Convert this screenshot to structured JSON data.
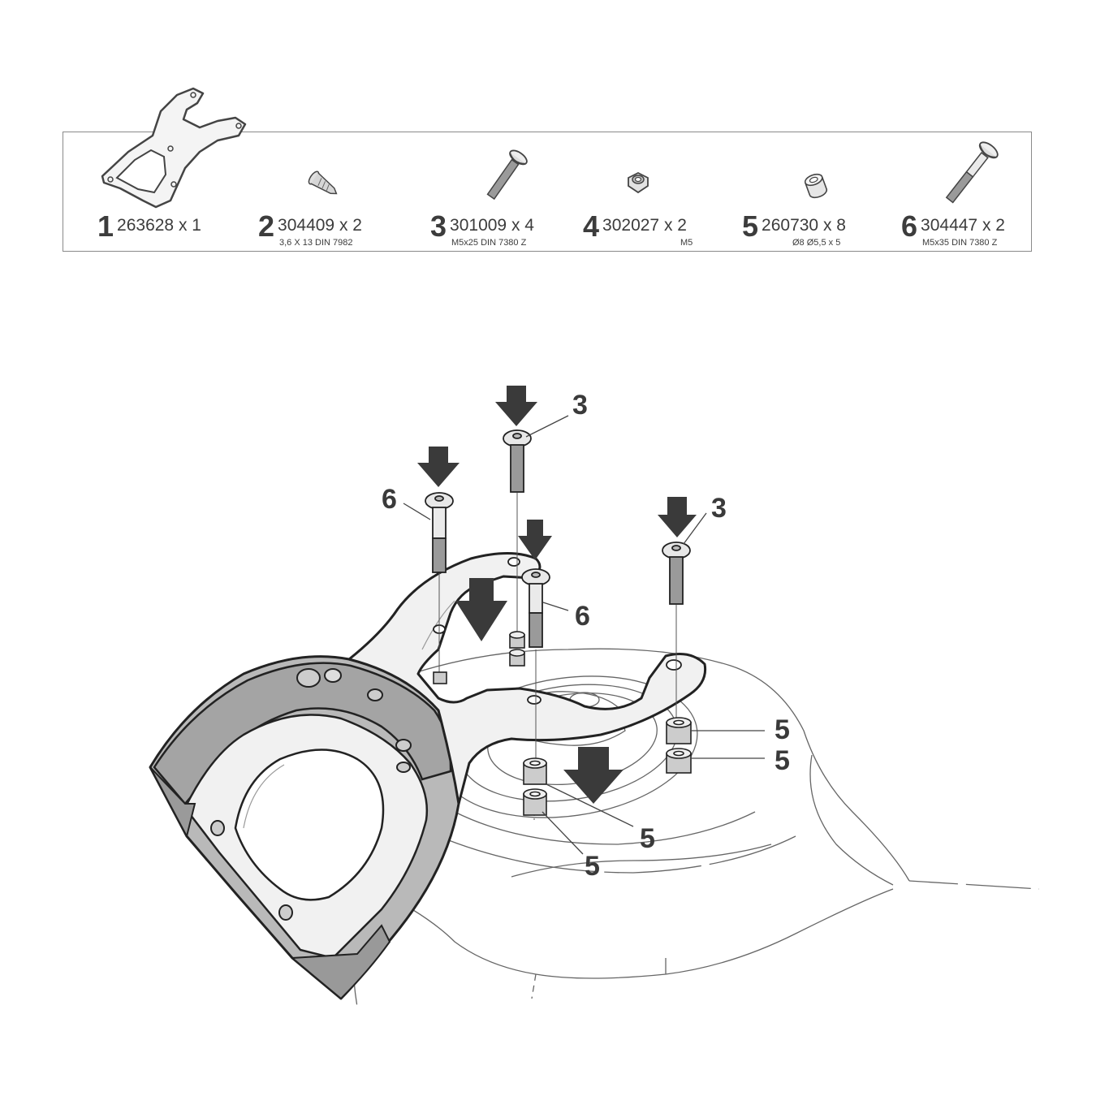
{
  "parts": [
    {
      "number": "1",
      "code": "263628 x 1",
      "spec": "",
      "icon": "tank-ring-bracket-icon"
    },
    {
      "number": "2",
      "code": "304409 x 2",
      "spec": "3,6 X 13 DIN 7982",
      "icon": "self-tapping-screw-icon"
    },
    {
      "number": "3",
      "code": "301009 x 4",
      "spec": "M5x25 DIN 7380 Z",
      "icon": "button-head-bolt-short-icon"
    },
    {
      "number": "4",
      "code": "302027 x 2",
      "spec": "M5",
      "icon": "nut-icon"
    },
    {
      "number": "5",
      "code": "260730 x 8",
      "spec": "Ø8 Ø5,5 x 5",
      "icon": "spacer-icon"
    },
    {
      "number": "6",
      "code": "304447 x 2",
      "spec": "M5x35 DIN 7380 Z",
      "icon": "button-head-bolt-long-icon"
    }
  ],
  "callouts": {
    "bolt_left": "6",
    "bolt_top": "3",
    "bolt_right": "3",
    "bolt_center": "6",
    "spacer_right_upper": "5",
    "spacer_right_lower": "5",
    "spacer_center_upper": "5",
    "spacer_center_lower": "5"
  }
}
